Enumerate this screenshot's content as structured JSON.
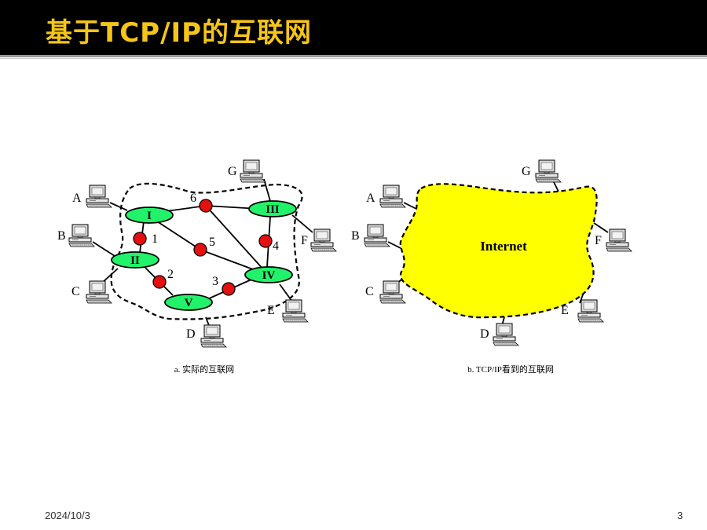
{
  "slide": {
    "title": "基于TCP/IP的互联网",
    "date": "2024/10/3",
    "page_number": "3"
  },
  "colors": {
    "title_bar": "#000000",
    "title_text": "#f5c518",
    "router_fill": "#22f26a",
    "node_fill": "#e41010",
    "internet_cloud": "#ffff00"
  },
  "diagram_a": {
    "caption": "a. 实际的互联网",
    "routers": [
      "I",
      "II",
      "III",
      "IV",
      "V"
    ],
    "links": [
      "1",
      "2",
      "3",
      "4",
      "5",
      "6"
    ],
    "hosts": [
      "A",
      "B",
      "C",
      "D",
      "E",
      "F",
      "G"
    ]
  },
  "diagram_b": {
    "caption": "b. TCP/IP看到的互联网",
    "cloud_label": "Internet",
    "hosts": [
      "A",
      "B",
      "C",
      "D",
      "E",
      "F",
      "G"
    ]
  }
}
